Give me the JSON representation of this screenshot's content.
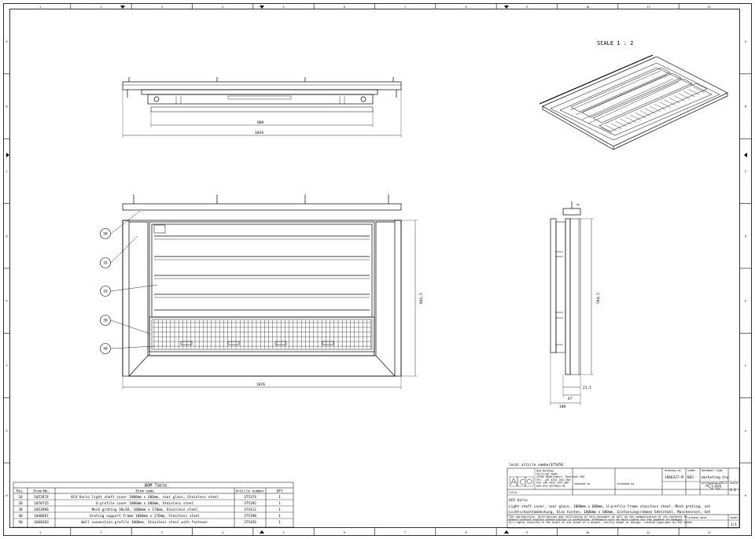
{
  "border": {
    "columns": [
      "1",
      "2",
      "3",
      "4",
      "5",
      "6",
      "7",
      "8",
      "9",
      "10",
      "11",
      "12"
    ],
    "rows": [
      "A",
      "B",
      "C",
      "D",
      "E",
      "F",
      "G",
      "H"
    ]
  },
  "scale_label": "SCALE 1 : 2",
  "dims": {
    "top_inner": "808",
    "top_outer": "1044",
    "front_width": "1076",
    "front_height": "801,5",
    "side_height": "584,5",
    "side_a": "21,5",
    "side_b": "47",
    "side_c": "180"
  },
  "balloons": [
    "50",
    "20",
    "10",
    "30",
    "40"
  ],
  "bom": {
    "title": "BOM Table",
    "headers": [
      "Pos.",
      "Item-No.",
      "Item name",
      "Article number",
      "QTY"
    ],
    "rows": [
      [
        "10",
        "1052874",
        "ACO Vario light shaft cover 1000mm x 600mm, rear glass, Stainless steel",
        "375374",
        "1"
      ],
      [
        "20",
        "1070725",
        "U-profile cover 1000mm x 600mm, Stainless steel",
        "375392",
        "1"
      ],
      [
        "30",
        "1052896",
        "Mesh grating 30x10, 1000mm x 170mm, Stainless steel",
        "375412",
        "1"
      ],
      [
        "40",
        "1040607",
        "Grating support frame 1000mm x 170mm, Stainless steel",
        "375398",
        "1"
      ],
      [
        "50",
        "1060203",
        "Wall connection profile 1000mm, Stainless steel with fastener",
        "375426",
        "1"
      ]
    ]
  },
  "title_block": {
    "local_article_label": "local article number:",
    "local_article_value": "375458",
    "company_lines": [
      "ACO Hochbau",
      "Vertrieb GmbH",
      "24782 Büdelsdorf, Postfach 320",
      "Tel. +49 4331 354-700",
      "Fax +49 4331 354-389",
      "www.aco-hochbau.de"
    ],
    "drawing_no_label": "drawing no.",
    "drawing_no_value": "1068327-M",
    "index_label": "index",
    "index_value": "B03",
    "doctype_label": "document type",
    "doctype_value": "marketing drw.",
    "checked_by_label": "checked by",
    "released_by_label": "released by",
    "projection_label": "projection ISO-E",
    "scale_label": "scale",
    "scale_value": "1:1",
    "title_label": "title",
    "title_value": "ACO Vario",
    "desc_en": "Light shaft cover, rear glass, 1000mm x 600mm, U-profile frame stainless steel, Mesh grating, set",
    "desc_de": "Lichtschachtabdeckung, Glas hinten, 1000mm x 600mm, Einfassungsrahmen Edelstahl, Maschenrost, Set",
    "legal": [
      "The reproduction, distribution and utilization of this document as well as the communication of its contents to",
      "others without express authorization is prohibited. Offenders will be held liable for the payment of damages.",
      "All rights reserved in the event of the grant of a patent, utility model or design. Created copyright by ISO 16016."
    ],
    "release_date_label": "release date",
    "sheet_label": "sheet",
    "sheet_value": "1/1"
  }
}
